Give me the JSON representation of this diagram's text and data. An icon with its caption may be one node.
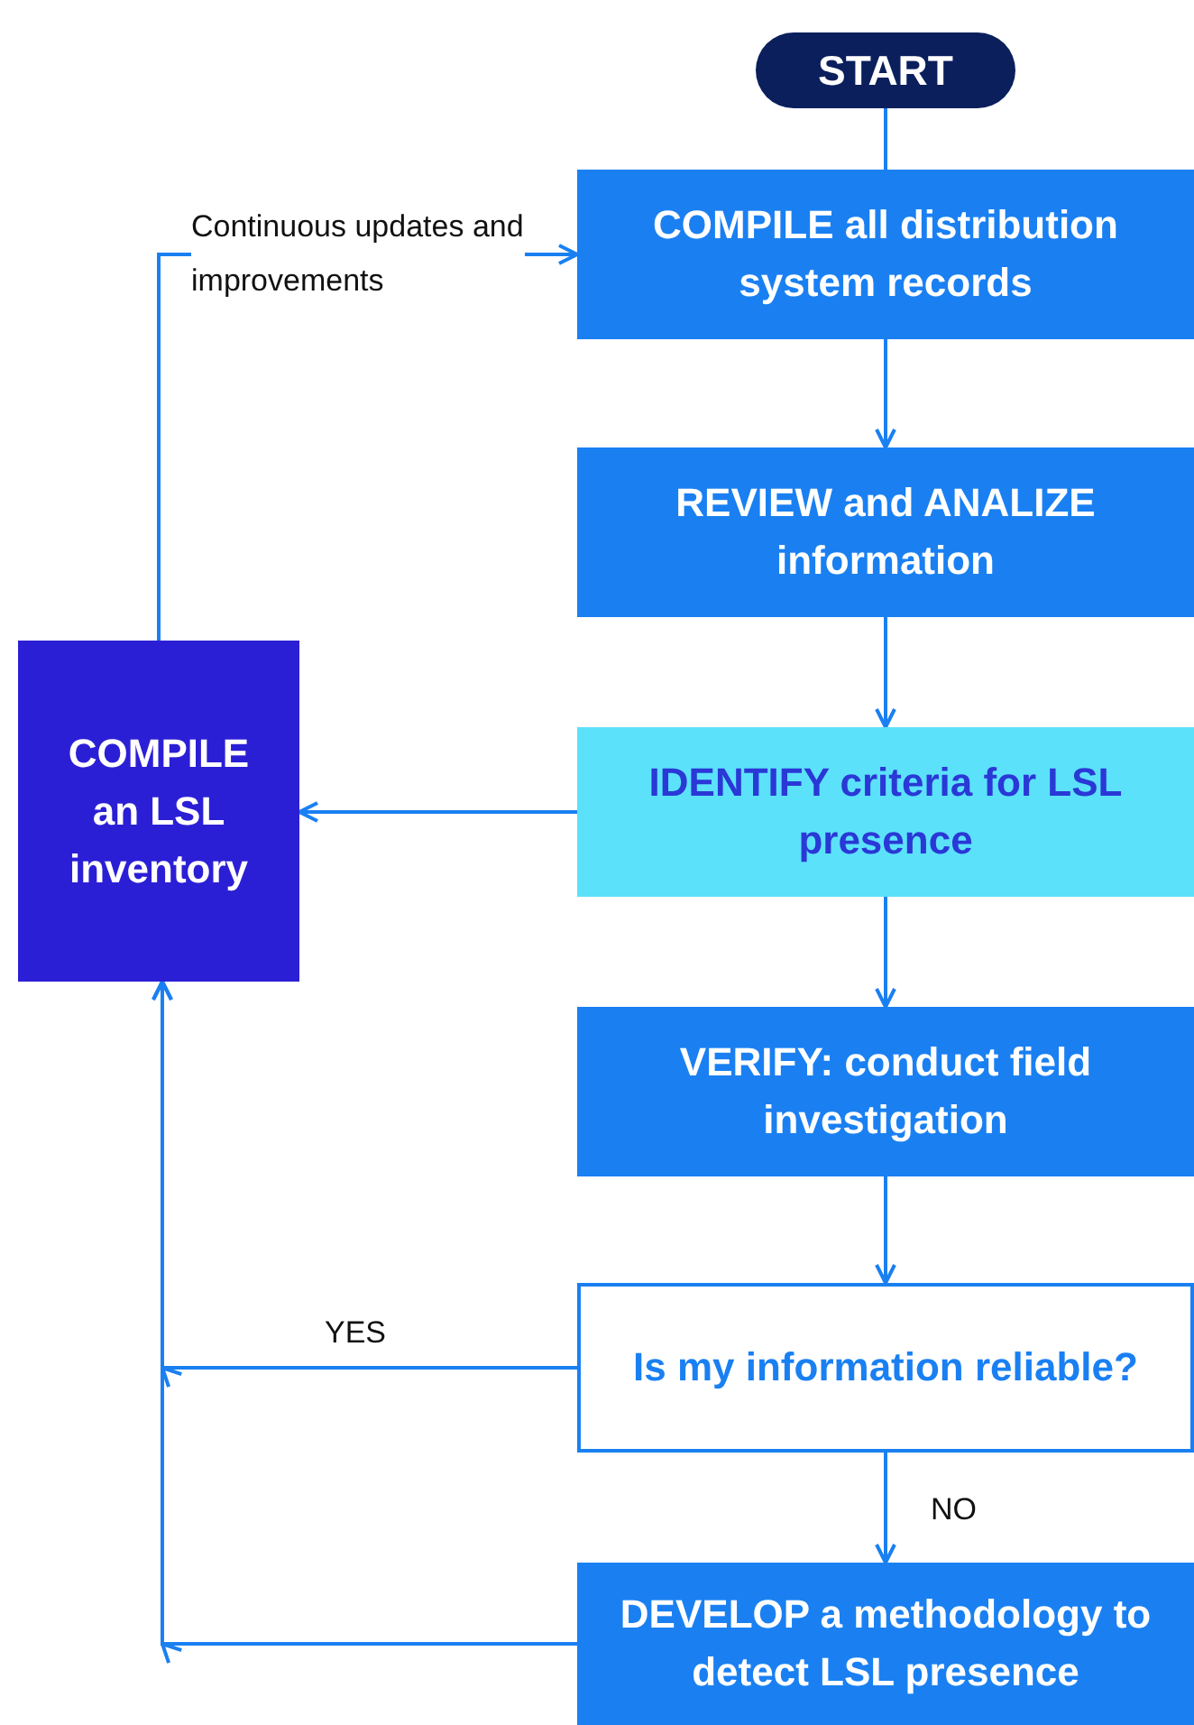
{
  "diagram": {
    "nodes": [
      {
        "text": [
          "START"
        ]
      },
      {
        "text": [
          "COMPILE all distribution system records"
        ]
      },
      {
        "text": [
          "REVIEW and ANALIZE information"
        ]
      },
      {
        "text": [
          "IDENTIFY criteria for LSL presence"
        ]
      },
      {
        "text": [
          "VERIFY: conduct field investigation"
        ]
      },
      {
        "text": [
          "Is my information reliable?"
        ]
      },
      {
        "text": [
          "DEVELOP a methodology to detect LSL presence"
        ]
      },
      {
        "text": [
          "COMPILE an LSL inventory"
        ]
      }
    ],
    "edges": [
      {
        "from": 0,
        "to": 1,
        "arrow": "none"
      },
      {
        "from": 1,
        "to": 2,
        "arrow": "to"
      },
      {
        "from": 2,
        "to": 3,
        "arrow": "to"
      },
      {
        "from": 3,
        "to": 7,
        "arrow": "to"
      },
      {
        "from": 3,
        "to": 4,
        "arrow": "to"
      },
      {
        "from": 4,
        "to": 5,
        "arrow": "to"
      },
      {
        "from": 5,
        "to": 7,
        "arrow": "to",
        "label": "YES"
      },
      {
        "from": 5,
        "to": 6,
        "arrow": "to",
        "label": "NO"
      },
      {
        "from": 6,
        "to": 7,
        "arrow": "to"
      },
      {
        "from": 7,
        "to": 1,
        "arrow": "to",
        "label": "Continuous updates and improvements"
      }
    ]
  }
}
